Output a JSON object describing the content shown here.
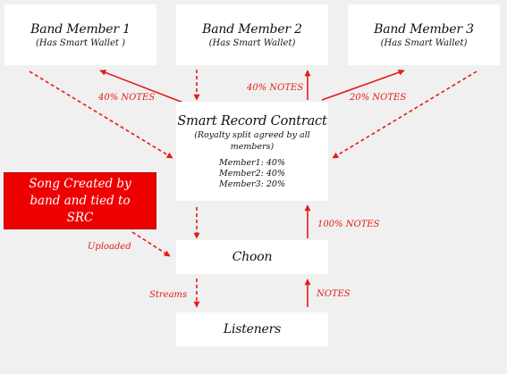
{
  "members": [
    {
      "title": "Band Member 1",
      "subtitle": "(Has Smart Wallet )"
    },
    {
      "title": "Band Member 2",
      "subtitle": "(Has Smart Wallet)"
    },
    {
      "title": "Band Member 3",
      "subtitle": "(Has Smart Wallet)"
    }
  ],
  "contract": {
    "title": "Smart Record Contract",
    "subtitle": "(Royalty split agreed by all members)",
    "splits": [
      "Member1: 40%",
      "Member2: 40%",
      "Member3: 20%"
    ]
  },
  "song": {
    "label": "Song Created by band and tied to SRC"
  },
  "choon": {
    "title": "Choon"
  },
  "listeners": {
    "title": "Listeners"
  },
  "labels": {
    "m1_notes": "40% NOTES",
    "m2_notes": "40% NOTES",
    "m3_notes": "20% NOTES",
    "choon_notes": "100% NOTES",
    "listener_notes": "NOTES",
    "uploaded": "Uploaded",
    "streams": "Streams"
  },
  "colors": {
    "accent": "#e41b17",
    "song_fill": "#ee0000",
    "background": "#f0f0f0",
    "box": "#ffffff"
  }
}
